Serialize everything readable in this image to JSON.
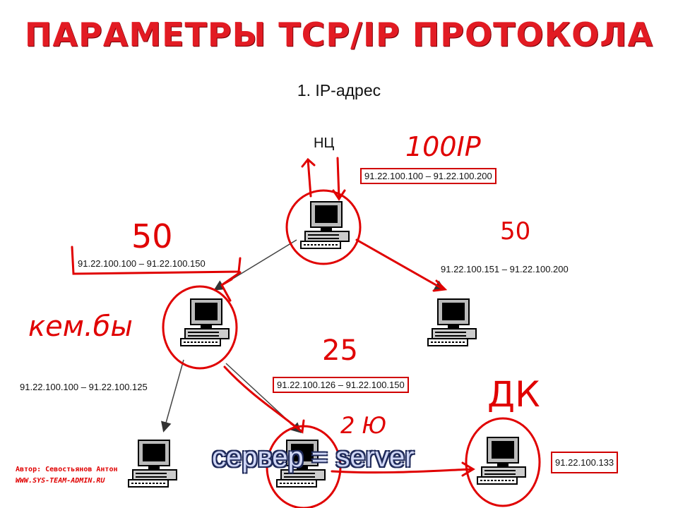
{
  "title": "ПАРАМЕТРЫ TCP/IP ПРОТОКОЛА",
  "subtitle": "1. IP-адрес",
  "root_label": "НЦ",
  "ranges": {
    "root": "91.22.100.100 – 91.22.100.200",
    "left": "91.22.100.100 – 91.22.100.150",
    "right": "91.22.100.151 – 91.22.100.200",
    "left_low": "91.22.100.100 – 91.22.100.125",
    "middle": "91.22.100.126 – 91.22.100.150",
    "single": "91.22.100.133"
  },
  "handwritten": {
    "top": "100IP",
    "left_count": "50",
    "right_count": "50",
    "left_note": "кем.бы",
    "middle_count": "25",
    "bottom_mid": "2 Ю",
    "right_note": "ДК"
  },
  "watermark": "сервер = server",
  "author": {
    "line1": "Автор: Севостьянов Антон",
    "line2": "WWW.SYS-TEAM-ADMIN.RU"
  },
  "colors": {
    "title_red": "#e21b23",
    "ink_red": "#e00000",
    "line": "#444444"
  }
}
